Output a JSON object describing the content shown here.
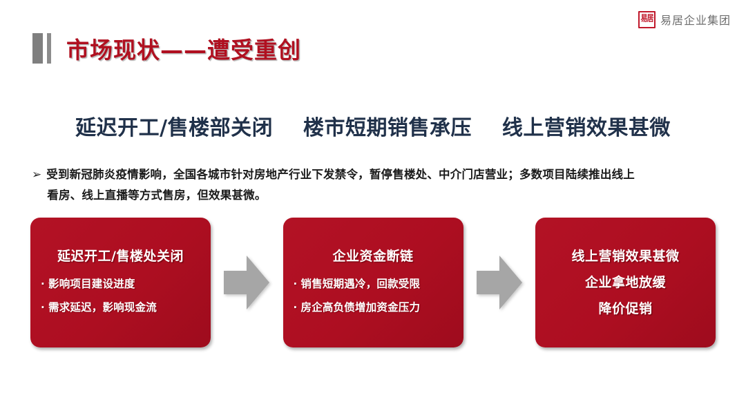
{
  "brand": {
    "seal_text": "易居",
    "name": "易居企业集团"
  },
  "header": {
    "title": "市场现状——遭受重创",
    "title_color": "#B01020",
    "bar_color": "#7F7F7F"
  },
  "headline": {
    "part1": "延迟开工/售楼部关闭",
    "part2": "楼市短期销售承压",
    "part3": "线上营销效果甚微",
    "color": "#20314A"
  },
  "paragraph": {
    "marker": "➢",
    "line1": "受到新冠肺炎疫情影响，全国各城市针对房地产行业下发禁令，暂停售楼处、中介门店营业；多数项目陆续推出线上",
    "line2": "看房、线上直播等方式售房，但效果甚微。"
  },
  "flow": {
    "accent_color": "#AE0F22",
    "arrow_color": "#A6A6A6",
    "arrow_icon": "right-arrow-icon",
    "cards": [
      {
        "title": "延迟开工/售楼处关闭",
        "bullet_marker": "·",
        "bullets": [
          "影响项目建设进度",
          "需求延迟，影响现金流"
        ],
        "centered_lines": []
      },
      {
        "title": "企业资金断链",
        "bullet_marker": "·",
        "bullets": [
          "销售短期遇冷，回款受限",
          "房企高负债增加资金压力"
        ],
        "centered_lines": []
      },
      {
        "title": "",
        "bullet_marker": "",
        "bullets": [],
        "centered_lines": [
          "线上营销效果甚微",
          "企业拿地放缓",
          "降价促销"
        ]
      }
    ]
  }
}
